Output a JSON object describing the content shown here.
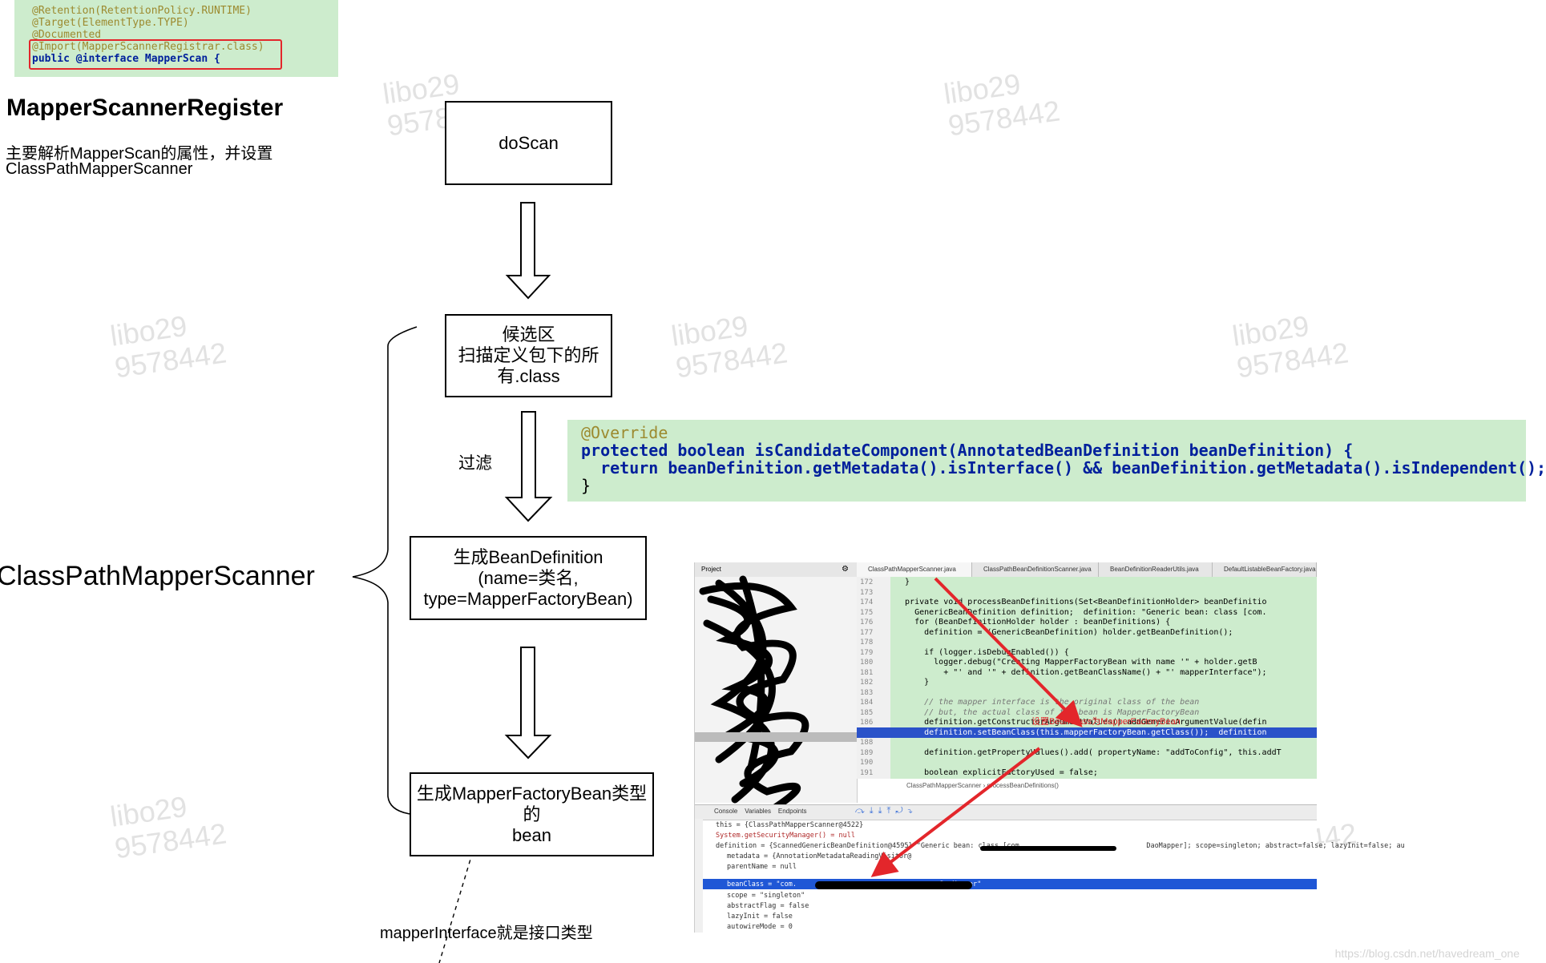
{
  "top_snippet": {
    "lines": [
      "@Retention(RetentionPolicy.RUNTIME)",
      "@Target(ElementType.TYPE)",
      "@Documented",
      "@Import(MapperScannerRegistrar.class)",
      "public @interface MapperScan {"
    ]
  },
  "left_panel": {
    "title": "MapperScannerRegister",
    "desc_line1": "主要解析MapperScan的属性，并设置",
    "desc_line2": "ClassPathMapperScanner"
  },
  "brace_label": "ClassPathMapperScanner",
  "flow": {
    "box1": "doScan",
    "box2": "候选区\n扫描定义包下的所\n有.class",
    "filter_label": "过滤",
    "box3": "生成BeanDefinition\n(name=类名,\ntype=MapperFactoryBean)",
    "box4": "生成MapperFactoryBean类型的\nbean",
    "note": "mapperInterface就是接口类型"
  },
  "override_snippet": {
    "line1": "@Override",
    "line2": "protected boolean isCandidateComponent(AnnotatedBeanDefinition beanDefinition) {",
    "line3": "  return beanDefinition.getMetadata().isInterface() && beanDefinition.getMetadata().isIndependent();",
    "line4": "}"
  },
  "watermark": "libo29\n9578442",
  "ide": {
    "project_label": "Project",
    "tabs": [
      "ClassPathMapperScanner.java",
      "ClassPathBeanDefinitionScanner.java",
      "BeanDefinitionReaderUtils.java",
      "DefaultListableBeanFactory.java"
    ],
    "line_numbers": "172\n173\n174\n175\n176\n177\n178\n179\n180\n181\n182\n183\n184\n185\n186\n187\n188\n189\n190\n191",
    "code_lines": [
      "  }",
      "",
      "  private void processBeanDefinitions(Set<BeanDefinitionHolder> beanDefinitio",
      "    GenericBeanDefinition definition;  definition: \"Generic bean: class [com.",
      "    for (BeanDefinitionHolder holder : beanDefinitions) {",
      "      definition = (GenericBeanDefinition) holder.getBeanDefinition();",
      "",
      "      if (logger.isDebugEnabled()) {",
      "        logger.debug(\"Creating MapperFactoryBean with name '\" + holder.getB",
      "          + \"' and '\" + definition.getBeanClassName() + \"' mapperInterface\");",
      "      }",
      "",
      "      // the mapper interface is the original class of the bean",
      "      // but, the actual class of the bean is MapperFactoryBean",
      "      definition.getConstructorArgumentValues().addGenericArgumentValue(defin",
      "      definition.setBeanClass(this.mapperFactoryBean.getClass());  definition",
      "",
      "      definition.getPropertyValues().add( propertyName: \"addToConfig\", this.addT",
      "",
      "      boolean explicitFactoryUsed = false;"
    ],
    "breadcrumb": "ClassPathMapperScanner  ›  processBeanDefinitions()",
    "debug_toolbar": "Console    Variables    Endpoints",
    "red_annotation": "设置BeanClass为MapperFactoryBean",
    "vars": [
      "this = {ClassPathMapperScanner@4522}",
      "System.getSecurityManager() = null",
      "definition = {ScannedGenericBeanDefinition@4595} \"Generic bean: class [com.                              DaoMapper]; scope=singleton; abstract=false; lazyInit=false; au",
      "metadata = {AnnotationMetadataReadingVisitor@",
      "parentName = null",
      "beanClass = \"com.                                   DaoMapper\"",
      "scope = \"singleton\"",
      "abstractFlag = false",
      "lazyInit = false",
      "autowireMode = 0"
    ]
  },
  "footer": "https://blog.csdn.net/havedream_one"
}
